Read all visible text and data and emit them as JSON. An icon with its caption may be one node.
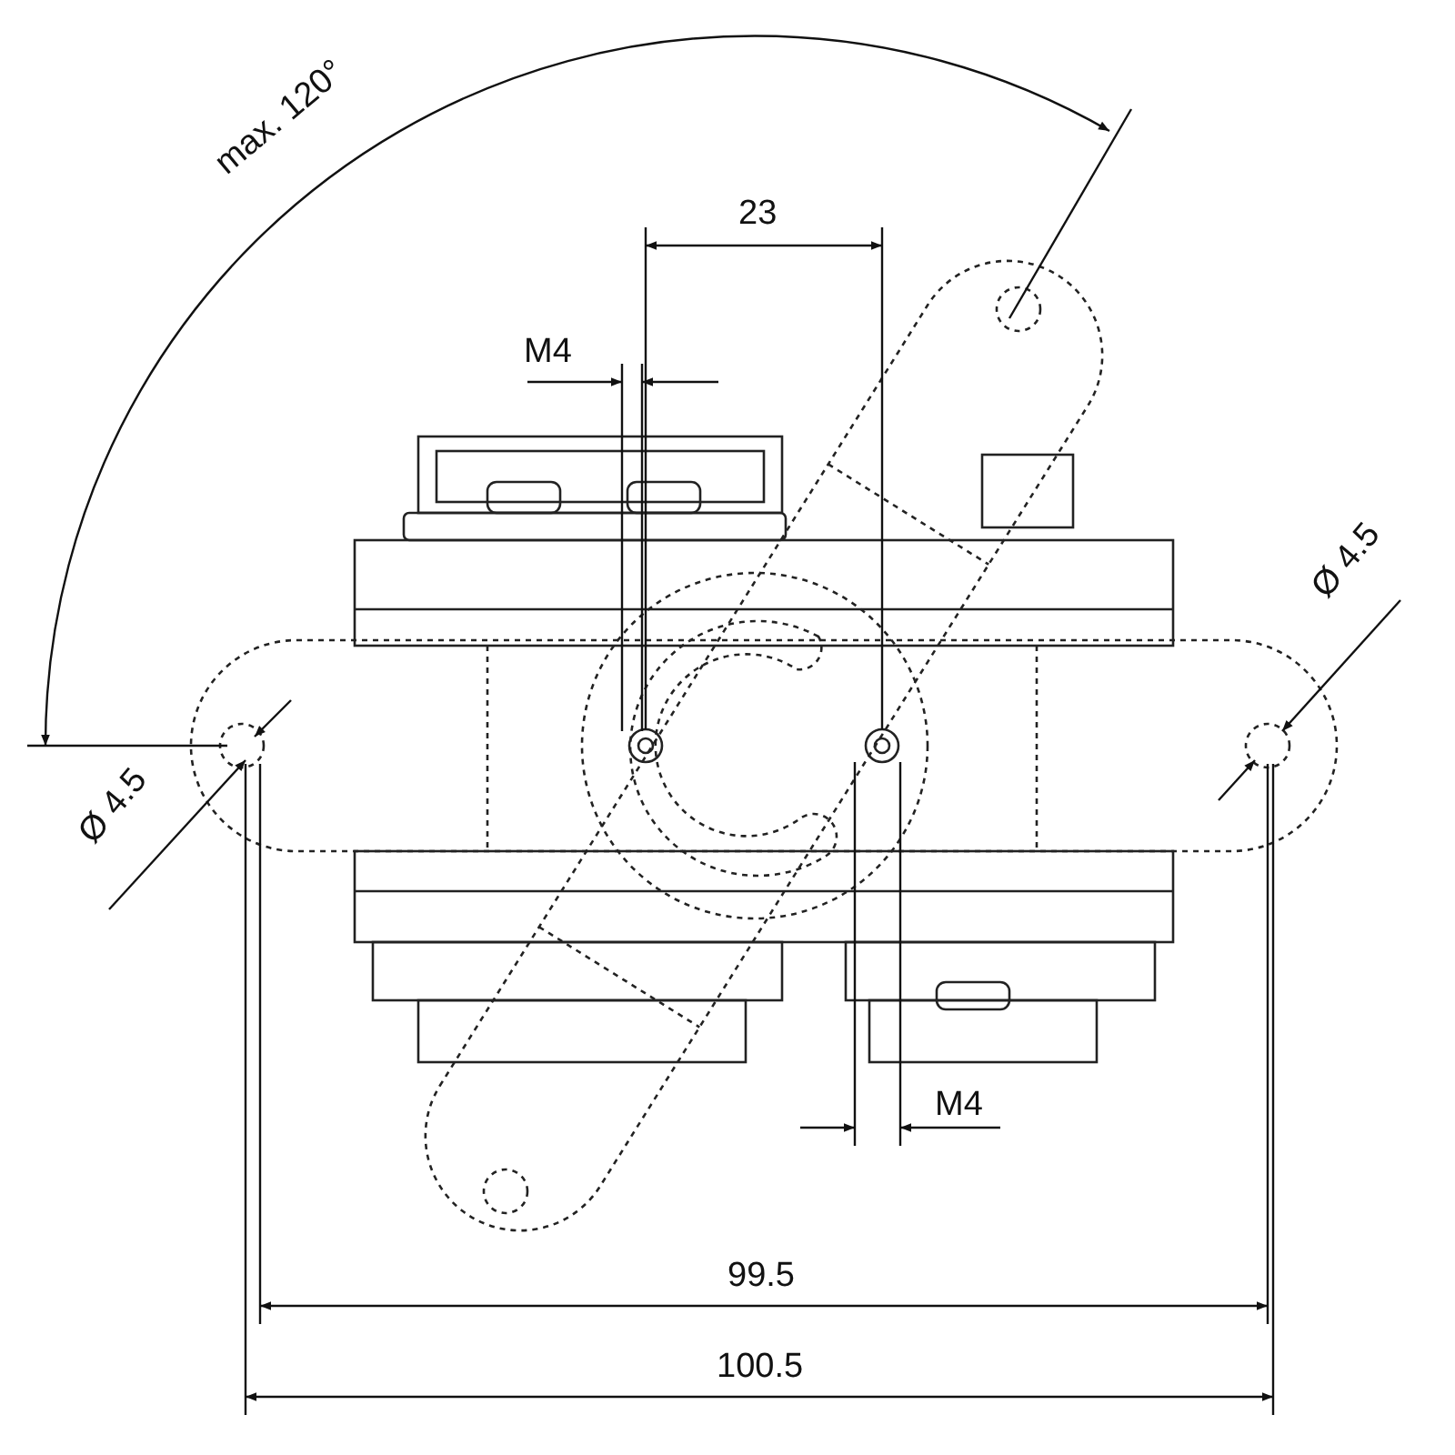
{
  "diagram": {
    "labels": [
      "max. 120°",
      "23",
      "M4",
      "Ø 4.5",
      "Ø 4.5",
      "M4",
      "99.5",
      "100.5"
    ]
  }
}
